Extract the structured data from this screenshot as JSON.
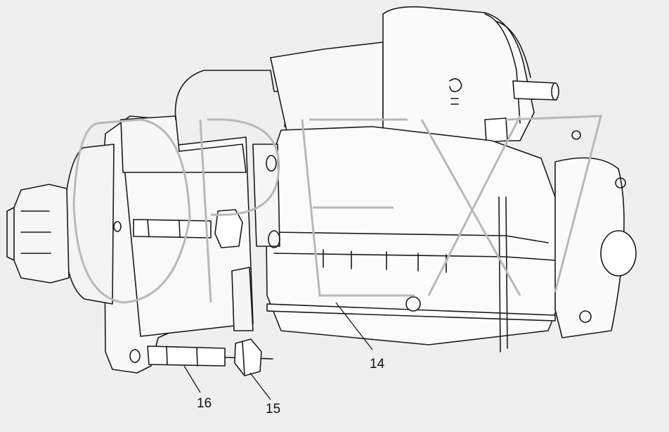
{
  "watermark": "OPEX",
  "callouts": [
    {
      "id": "p14",
      "label": "14"
    },
    {
      "id": "p15",
      "label": "15"
    },
    {
      "id": "p16",
      "label": "16"
    }
  ],
  "colors": {
    "background": "#efefef",
    "line": "#1a1a1a",
    "watermark": "#b8b8b8"
  }
}
